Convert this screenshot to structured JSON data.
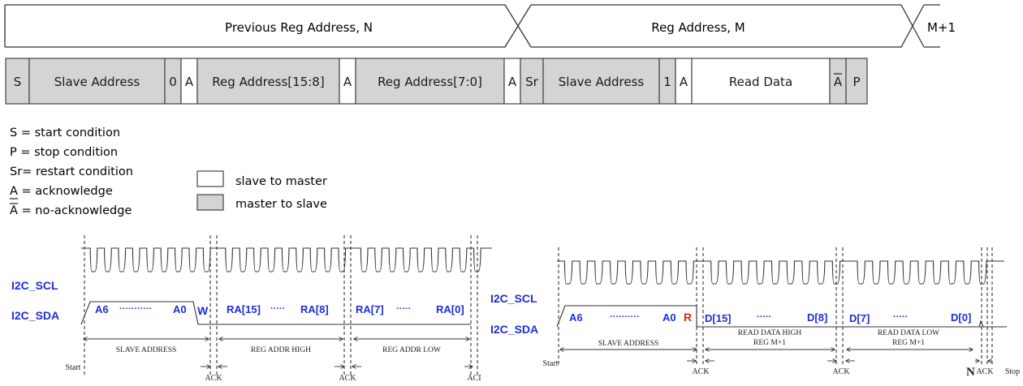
{
  "top_frame": {
    "segment_previous": "Previous Reg Address, N",
    "segment_current": "Reg Address, M",
    "segment_next": "M+1"
  },
  "protocol_frame": [
    {
      "text": "S",
      "dir": "master"
    },
    {
      "text": "Slave Address",
      "dir": "master"
    },
    {
      "text": "0",
      "dir": "master"
    },
    {
      "text": "A",
      "dir": "slave"
    },
    {
      "text": "Reg Address[15:8]",
      "dir": "master"
    },
    {
      "text": "A",
      "dir": "slave"
    },
    {
      "text": "Reg Address[7:0]",
      "dir": "master"
    },
    {
      "text": "A",
      "dir": "slave"
    },
    {
      "text": "Sr",
      "dir": "master"
    },
    {
      "text": "Slave Address",
      "dir": "master"
    },
    {
      "text": "1",
      "dir": "master"
    },
    {
      "text": "A",
      "dir": "slave"
    },
    {
      "text": "Read Data",
      "dir": "slave"
    },
    {
      "text": "A",
      "dir": "master",
      "overline": true
    },
    {
      "text": "P",
      "dir": "master"
    }
  ],
  "legend": {
    "definitions": [
      {
        "symbol": "S",
        "meaning": "start condition"
      },
      {
        "symbol": "P",
        "meaning": "stop condition"
      },
      {
        "symbol": "Sr",
        "meaning": "restart condition"
      },
      {
        "symbol": "A",
        "meaning": "acknowledge"
      },
      {
        "symbol": "A",
        "meaning": "no-acknowledge",
        "overline": true
      }
    ],
    "slave_to_master": "slave to master",
    "master_to_slave": "master to slave"
  },
  "write_waveform": {
    "scl_label": "I2C_SCL",
    "sda_label": "I2C_SDA",
    "bit_labels": {
      "a6": "A6",
      "a0": "A0",
      "w": "W",
      "ra15": "RA[15]",
      "ra8": "RA[8]",
      "ra7": "RA[7]",
      "ra0": "RA[0]"
    },
    "phases": [
      "SLAVE ADDRESS",
      "REG ADDR HIGH",
      "REG ADDR LOW"
    ],
    "start": "Start",
    "ack": "ACK",
    "ack_cut": "ACI"
  },
  "read_waveform": {
    "scl_label": "I2C_SCL",
    "sda_label": "I2C_SDA",
    "bit_labels": {
      "a6": "A6",
      "a0": "A0",
      "r": "R",
      "d15": "D[15]",
      "d8": "D[8]",
      "d7": "D[7]",
      "d0": "D[0]"
    },
    "phases": [
      {
        "line1": "SLAVE ADDRESS",
        "line2": ""
      },
      {
        "line1": "READ DATA HIGH",
        "line2": "REG M+1"
      },
      {
        "line1": "READ DATA LOW",
        "line2": "REG M+1"
      }
    ],
    "start": "Start",
    "ack": "ACK",
    "nack_n": "N",
    "stop": "Stop"
  },
  "colors": {
    "master_fill": "#d4d4d4",
    "slave_fill": "#ffffff",
    "line": "#333333",
    "bit_label": "#1f2ed6",
    "rw_write": "#1f2ed6",
    "rw_read": "#e0241b"
  }
}
